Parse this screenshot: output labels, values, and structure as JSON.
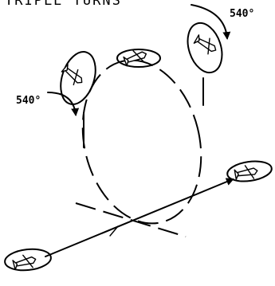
{
  "title": "TRIPLE TURNS",
  "annotations": {
    "rotation_right": "540°",
    "rotation_left": "540°"
  },
  "icons": [
    "helicopter-icon",
    "rotor-disc-icon",
    "curved-arrow-icon"
  ]
}
